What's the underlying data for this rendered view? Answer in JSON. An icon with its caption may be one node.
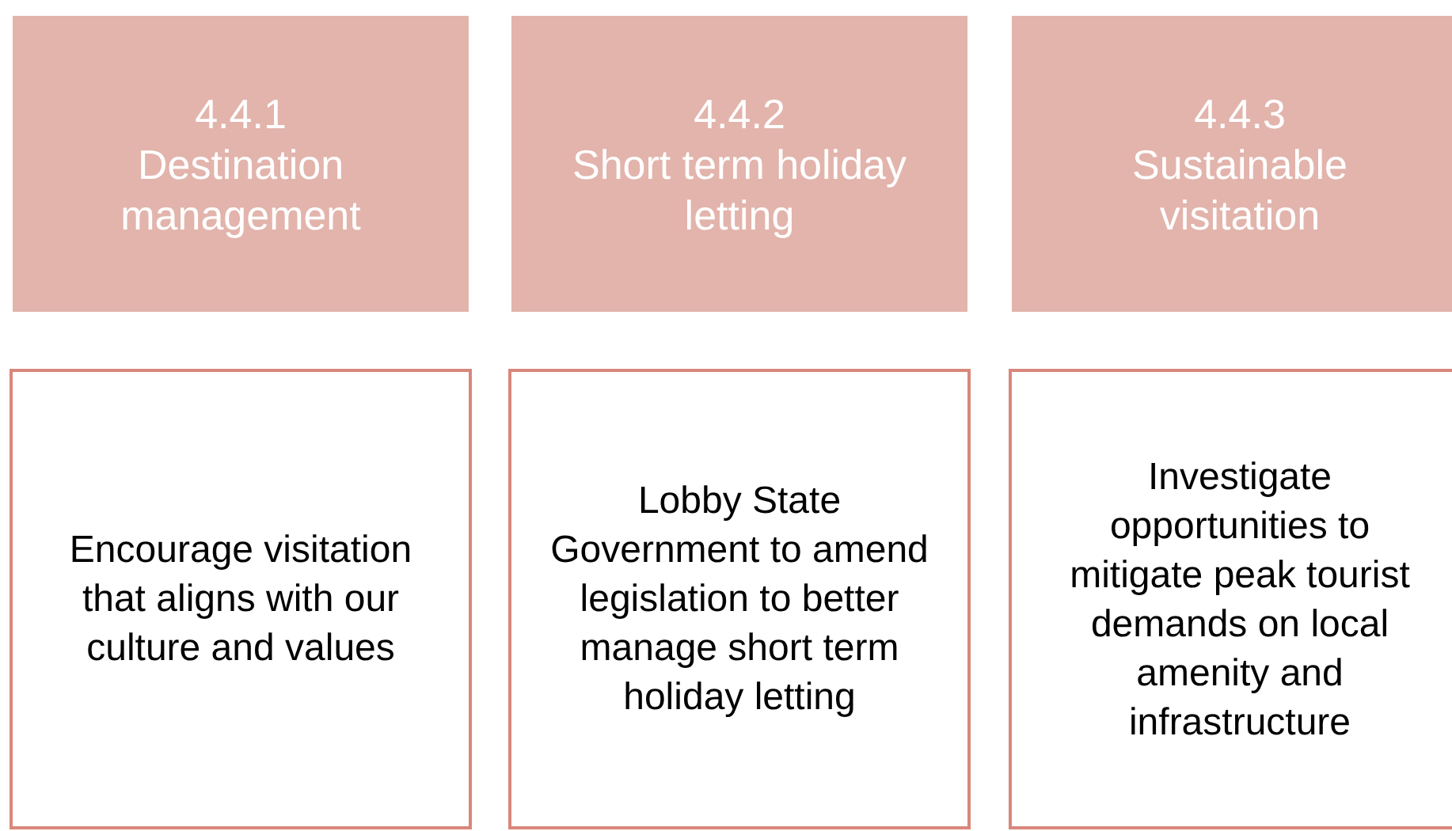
{
  "diagram": {
    "nodes": [
      {
        "text": [
          "4.4.1",
          "Destination management"
        ]
      },
      {
        "text": [
          "4.4.2",
          "Short term holiday letting"
        ]
      },
      {
        "text": [
          "4.4.3",
          "Sustainable visitation"
        ]
      },
      {
        "text": [
          "Encourage visitation that aligns with our culture and values"
        ]
      },
      {
        "text": [
          "Lobby State Government to amend legislation to better manage short term holiday letting"
        ]
      },
      {
        "text": [
          "Investigate opportunities to mitigate peak tourist demands on local amenity and infrastructure"
        ]
      }
    ]
  }
}
